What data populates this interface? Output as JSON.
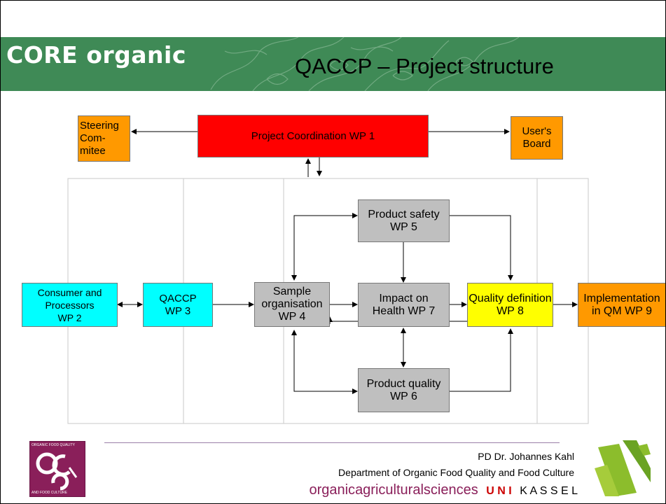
{
  "header": {
    "logo_text": "CORE organic",
    "title": "QACCP – Project structure"
  },
  "nodes": {
    "steering": "Steering\nCom-\nmitee",
    "coordination": "Project Coordination WP 1",
    "users_board": "User's\nBoard",
    "consumer": "Consumer and\nProcessors\nWP 2",
    "qaccp": "QACCP\nWP 3",
    "sample": "Sample\norganisation\nWP 4",
    "safety": "Product safety\nWP 5",
    "quality": "Product quality\nWP 6",
    "impact": "Impact on\nHealth WP 7",
    "definition": "Quality definition\nWP 8",
    "implementation": "Implementation\nin QM  WP 9"
  },
  "colors": {
    "banner": "#3f8a56",
    "coordination": "#ff0000",
    "orange": "#ff9900",
    "cyan": "#00ffff",
    "gray": "#bfbfbf",
    "yellow": "#ffff00"
  },
  "footer": {
    "author": "PD Dr. Johannes Kahl",
    "department": "Department of Organic Food Quality and Food Culture",
    "univ_organic": "organic",
    "univ_agricultural": "agriculturalsciences",
    "univ_uni": "U N I",
    "univ_kassel": "K A S S E L",
    "ofc_logo_top": "ORGANIC FOOD QUALITY",
    "ofc_logo_bottom": "AND FOOD CULTURE"
  }
}
